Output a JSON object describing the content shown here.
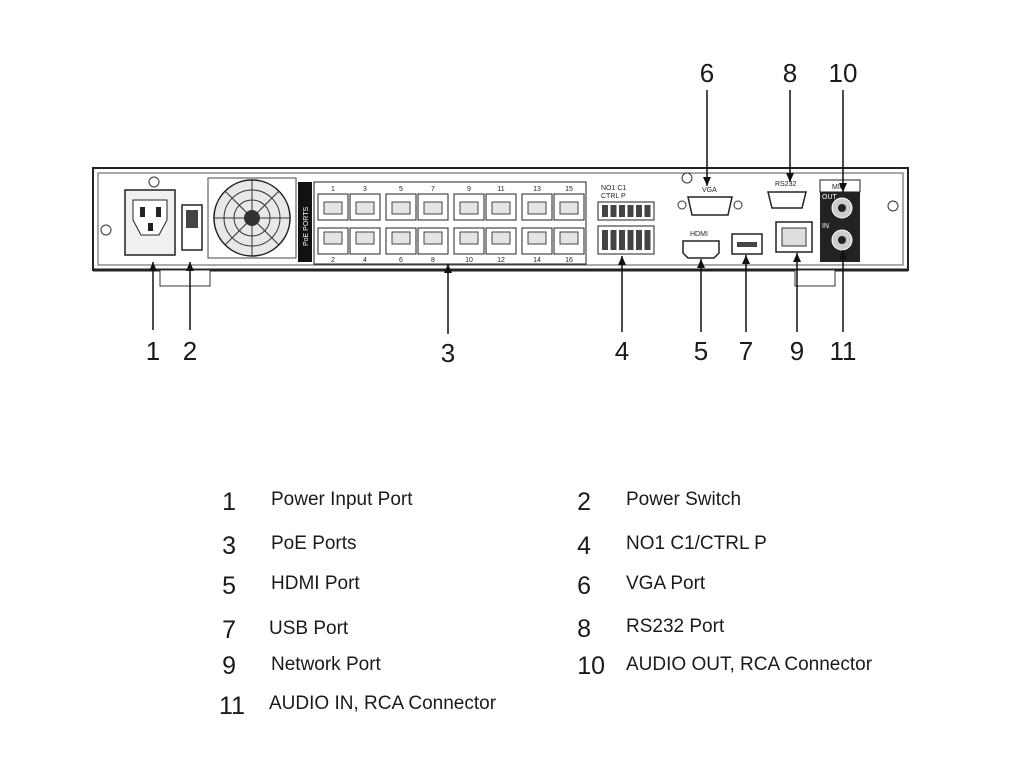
{
  "callouts": [
    "1",
    "2",
    "3",
    "4",
    "5",
    "6",
    "7",
    "8",
    "9",
    "10",
    "11"
  ],
  "panel": {
    "poe_label": "PoE PORTS",
    "port_numbers_top": [
      "1",
      "3",
      "5",
      "7",
      "9",
      "11",
      "13",
      "15"
    ],
    "port_numbers_bottom": [
      "2",
      "4",
      "6",
      "8",
      "10",
      "12",
      "14",
      "16"
    ],
    "vga_label": "VGA",
    "rs232_label": "RS232",
    "mic_label": "MIC",
    "out_label": "OUT",
    "in_label": "IN",
    "terminal_label_1": "NO1 C1",
    "terminal_label_2": "CTRL P",
    "hdmi_label": "HDMI"
  },
  "legend": [
    {
      "num": "1",
      "text": "Power Input Port"
    },
    {
      "num": "2",
      "text": "Power Switch"
    },
    {
      "num": "3",
      "text": "PoE Ports"
    },
    {
      "num": "4",
      "text": "NO1 C1/CTRL P"
    },
    {
      "num": "5",
      "text": "HDMI Port"
    },
    {
      "num": "6",
      "text": "VGA Port"
    },
    {
      "num": "7",
      "text": "USB Port"
    },
    {
      "num": "8",
      "text": "RS232 Port"
    },
    {
      "num": "9",
      "text": "Network Port"
    },
    {
      "num": "10",
      "text": "AUDIO OUT, RCA Connector"
    },
    {
      "num": "11",
      "text": "AUDIO IN, RCA Connector"
    }
  ]
}
